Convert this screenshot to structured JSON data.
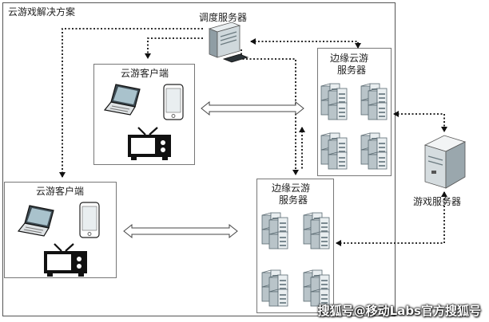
{
  "diagram": {
    "title": "云游戏解决方案",
    "dispatch_server": "调度服务器",
    "edge_server_top": [
      "边缘云游",
      "服务器"
    ],
    "edge_server_bottom": [
      "边缘云游",
      "服务器"
    ],
    "client_top": "云游客户端",
    "client_left": "云游客户端",
    "game_server": "游戏服务器"
  },
  "watermark": "搜狐号@移动Labs官方搜狐号"
}
